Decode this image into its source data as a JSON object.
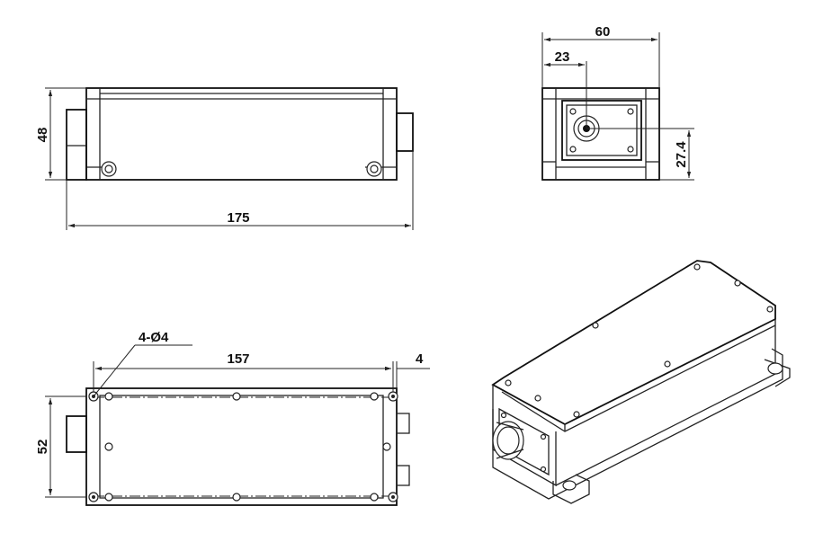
{
  "views": {
    "front": {
      "dim_height": "48",
      "dim_length": "175"
    },
    "end": {
      "dim_width": "60",
      "dim_offset_x": "23",
      "dim_offset_y": "27.4"
    },
    "top": {
      "dim_holes": "4-Ø4",
      "dim_hole_spacing": "157",
      "dim_edge": "4",
      "dim_depth": "52"
    },
    "iso": {}
  }
}
